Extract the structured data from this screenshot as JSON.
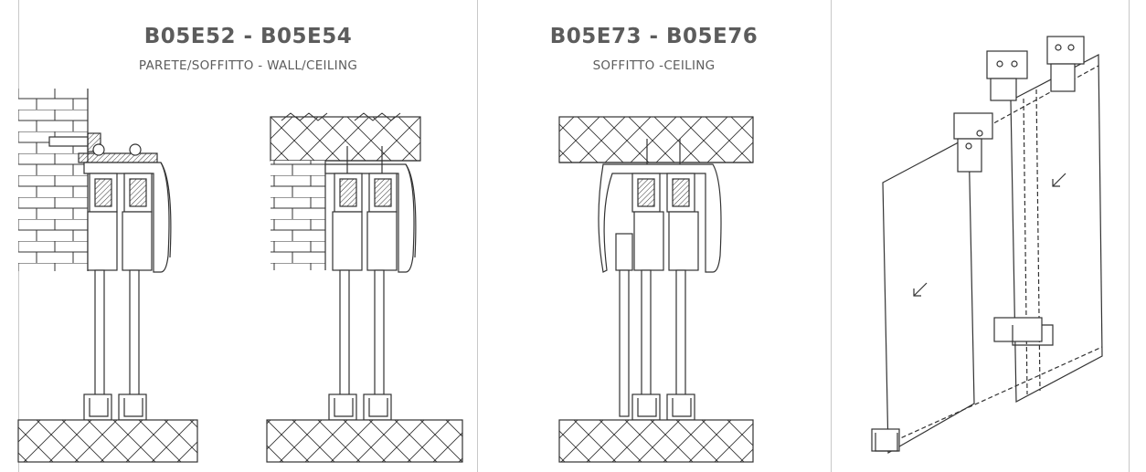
{
  "panels": [
    {
      "title": "B05E52 - B05E54",
      "subtitle": "PARETE/SOFFITTO - WALL/CEILING"
    },
    {
      "title": "B05E73 - B05E76",
      "subtitle": "SOFFITTO -CEILING"
    },
    {
      "title": "",
      "subtitle": ""
    }
  ],
  "colors": {
    "line": "#333333",
    "divider": "#c8c8c8",
    "text": "#5c5c5c"
  },
  "icons": [
    "arrow-icon",
    "arrow-icon"
  ]
}
